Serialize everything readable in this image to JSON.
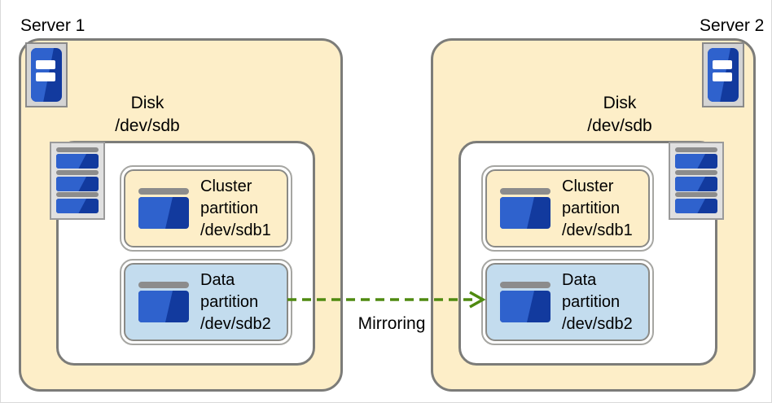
{
  "diagram": {
    "title_note": "Disk mirroring between two servers",
    "accent_green": "#4f8a10",
    "server_fill": "#fdeec8",
    "data_partition_fill": "#c3dcee",
    "border_gray": "#7c7c79",
    "disk_blue_dark": "#123a9e",
    "disk_blue_light": "#2f62cd"
  },
  "servers": [
    {
      "id": "server1",
      "title": "Server 1",
      "disk_label_line1": "Disk",
      "disk_label_line2": "/dev/sdb",
      "server_icon_name": "server-unit-icon",
      "disk_stack_icon_name": "disk-stack-icon",
      "partitions": [
        {
          "kind": "cluster",
          "line1": "Cluster",
          "line2": "partition",
          "line3": "/dev/sdb1",
          "icon_name": "partition-disk-icon"
        },
        {
          "kind": "data",
          "line1": "Data",
          "line2": "partition",
          "line3": "/dev/sdb2",
          "icon_name": "partition-disk-icon"
        }
      ]
    },
    {
      "id": "server2",
      "title": "Server 2",
      "disk_label_line1": "Disk",
      "disk_label_line2": "/dev/sdb",
      "server_icon_name": "server-unit-icon",
      "disk_stack_icon_name": "disk-stack-icon",
      "partitions": [
        {
          "kind": "cluster",
          "line1": "Cluster",
          "line2": "partition",
          "line3": "/dev/sdb1",
          "icon_name": "partition-disk-icon"
        },
        {
          "kind": "data",
          "line1": "Data",
          "line2": "partition",
          "line3": "/dev/sdb2",
          "icon_name": "partition-disk-icon"
        }
      ]
    }
  ],
  "connector": {
    "label": "Mirroring",
    "style": "dashed-arrow-right",
    "color": "#4f8a10",
    "from": "server1-data-partition",
    "to": "server2-data-partition"
  }
}
